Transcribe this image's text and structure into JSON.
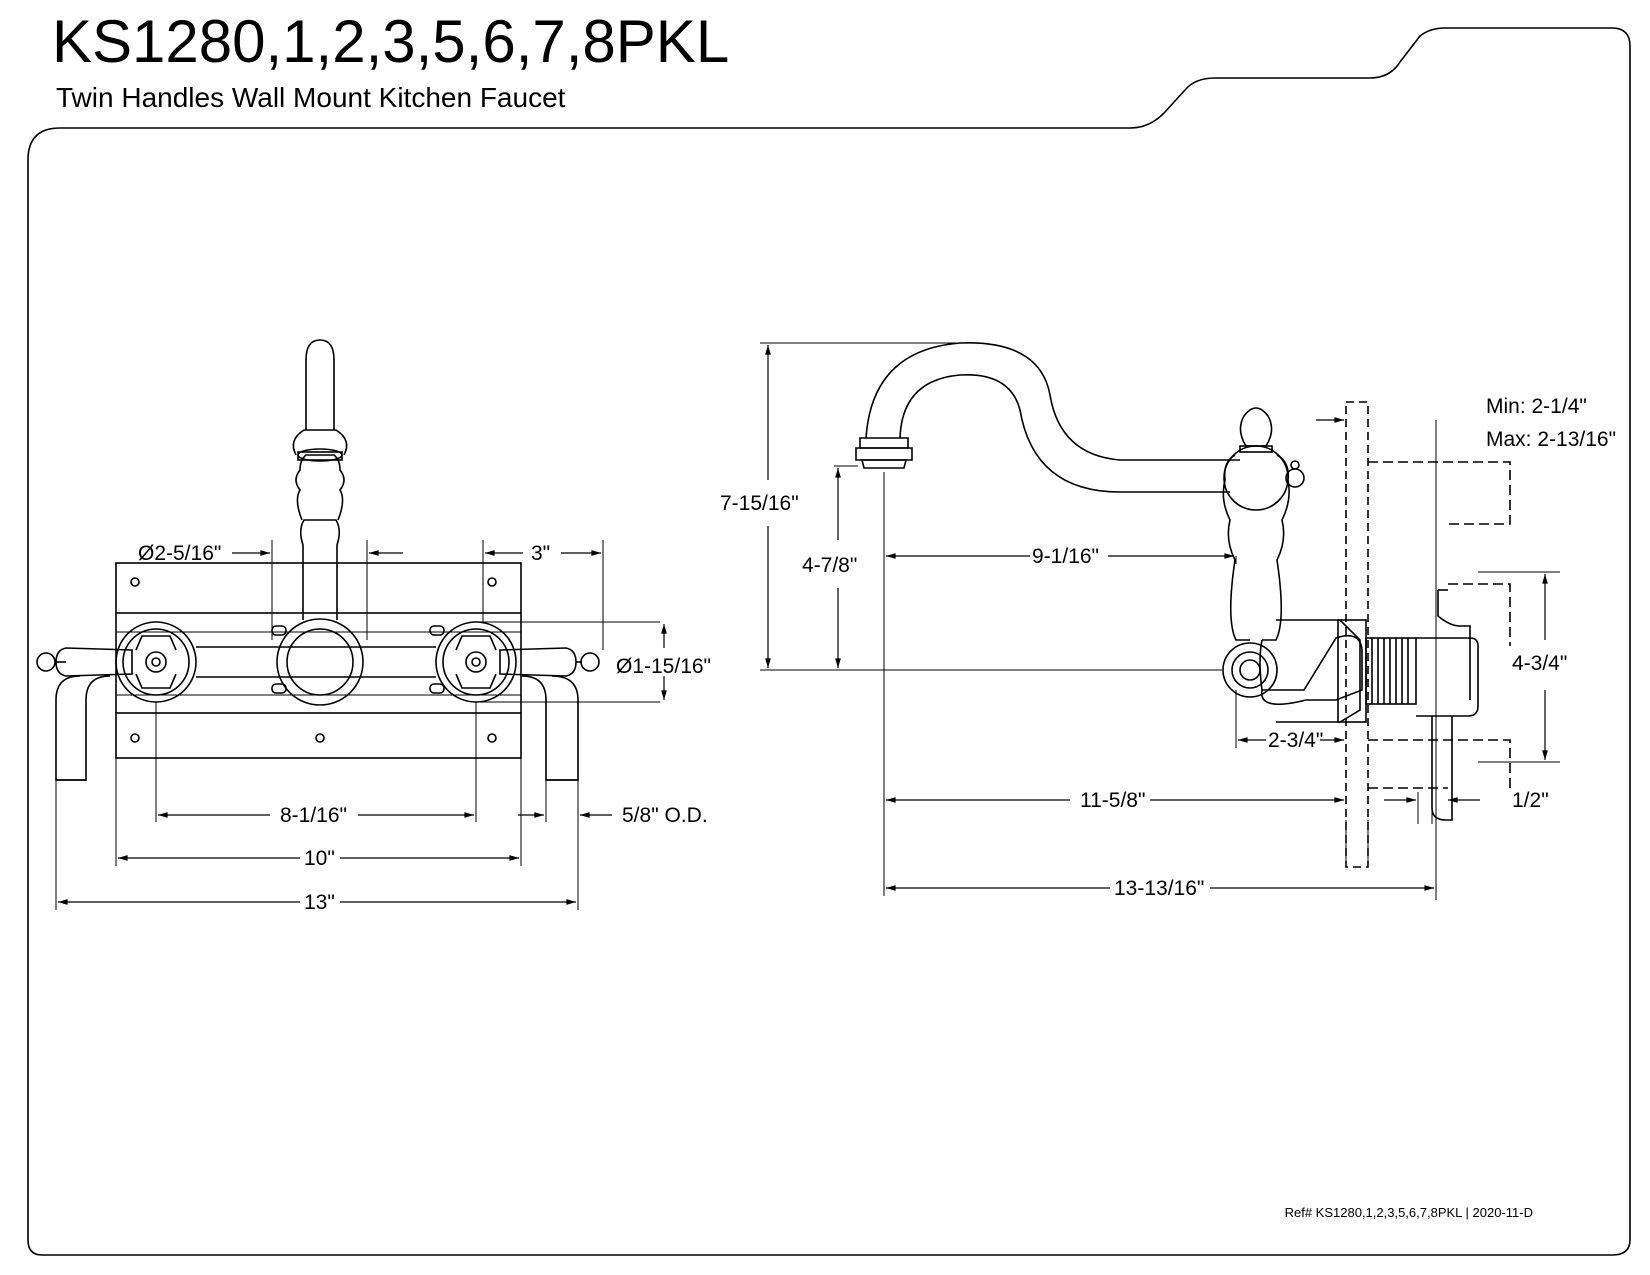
{
  "header": {
    "title": "KS1280,1,2,3,5,6,7,8PKL",
    "subtitle": "Twin Handles Wall Mount Kitchen Faucet"
  },
  "footer": {
    "reference": "Ref# KS1280,1,2,3,5,6,7,8PKL | 2020-11-D"
  },
  "front_view": {
    "dims": {
      "flange_diameter": "Ø2-5/16\"",
      "handle_spacing": "3\"",
      "escutcheon_diameter": "Ø1-15/16\"",
      "center_to_center": "8-1/16\"",
      "outlet_od": "5/8\" O.D.",
      "plate_width": "10\"",
      "overall_width": "13\""
    }
  },
  "side_view": {
    "dims": {
      "spout_height": "7-15/16\"",
      "spout_clearance": "4-7/8\"",
      "spout_reach": "9-1/16\"",
      "wall_min": "Min: 2-1/4\"",
      "wall_max": "Max: 2-13/16\"",
      "supply_height": "4-3/4\"",
      "body_projection": "2-3/4\"",
      "spout_to_wall": "11-5/8\"",
      "supply_diameter": "1/2\"",
      "overall_depth": "13-13/16\""
    }
  }
}
